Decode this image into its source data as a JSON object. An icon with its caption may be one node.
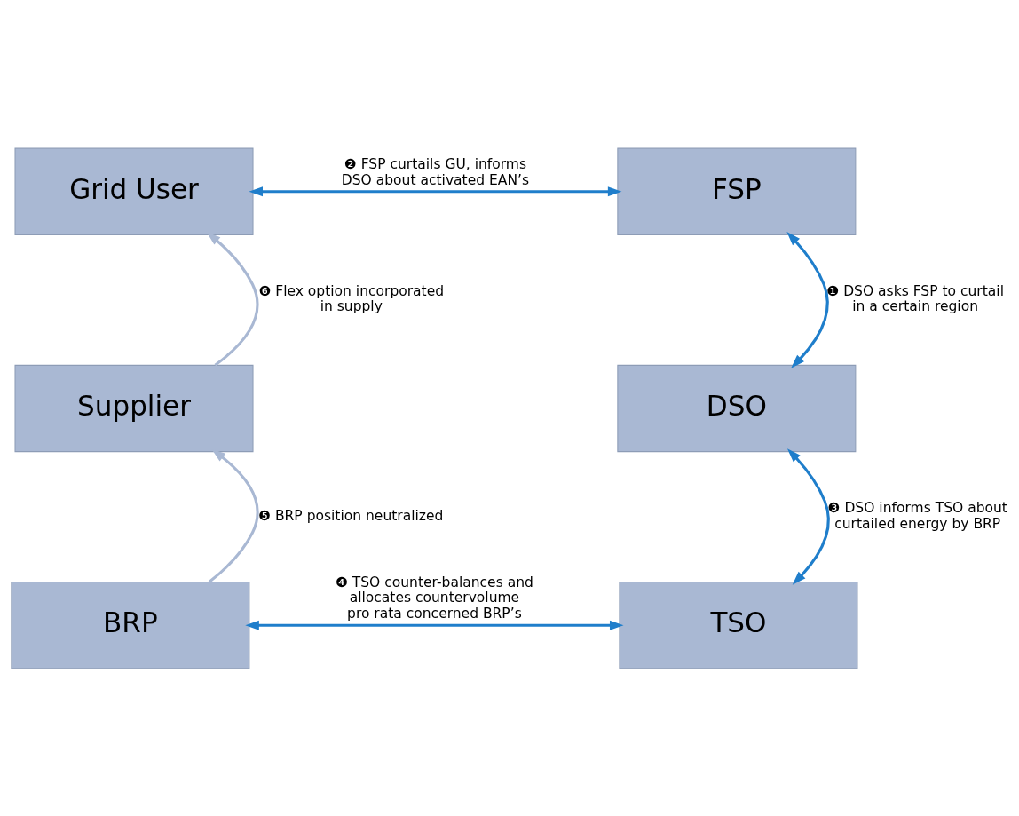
{
  "diagram": {
    "nodes": [
      {
        "text": [
          "Grid User"
        ]
      },
      {
        "text": [
          "FSP"
        ]
      },
      {
        "text": [
          "Supplier"
        ]
      },
      {
        "text": [
          "DSO"
        ]
      },
      {
        "text": [
          "BRP"
        ]
      },
      {
        "text": [
          "TSO"
        ]
      }
    ],
    "edges": [
      {
        "from": 1,
        "to": 0,
        "arrow": "both",
        "label": "❷ FSP curtails GU, informs DSO about activated EAN’s"
      },
      {
        "from": 2,
        "to": 0,
        "arrow": "to",
        "label": "❻ Flex option incorporated in supply",
        "color": "#a9b8d3"
      },
      {
        "from": 3,
        "to": 1,
        "arrow": "both",
        "label": "❶ DSO asks FSP to curtail in a certain region"
      },
      {
        "from": 4,
        "to": 2,
        "arrow": "to",
        "label": "❺ BRP position neutralized",
        "color": "#a9b8d3"
      },
      {
        "from": 5,
        "to": 3,
        "arrow": "both",
        "label": "❸ DSO informs TSO about curtailed energy by BRP"
      },
      {
        "from": 4,
        "to": 5,
        "arrow": "both",
        "label": "❹ TSO counter-balances and allocates countervolume pro rata concerned BRP’s"
      }
    ]
  }
}
